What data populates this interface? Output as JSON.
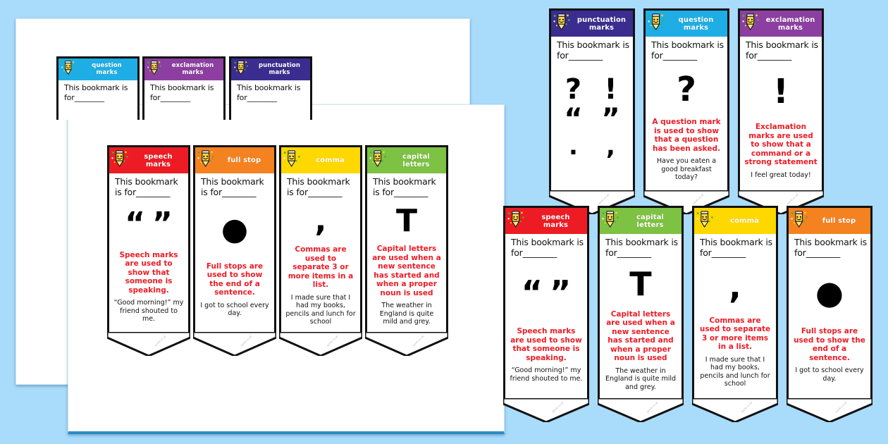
{
  "page": {
    "background_color": "#a9dbfb",
    "sheet_color": "#ffffff",
    "watermark": "twinkl.co.uk",
    "prompt_text": "This bookmark is for________"
  },
  "categories": {
    "speech_marks": {
      "label": "speech\nmarks",
      "color": "#ed1c24"
    },
    "full_stop": {
      "label": "full stop",
      "color": "#f58220"
    },
    "comma": {
      "label": "comma",
      "color": "#ffd800"
    },
    "capital_letters": {
      "label": "capital\nletters",
      "color": "#7dc242"
    },
    "punctuation_marks": {
      "label": "punctuation\nmarks",
      "color": "#3b2d8f"
    },
    "question_marks": {
      "label": "question\nmarks",
      "color": "#1eaee5"
    },
    "exclamation_marks": {
      "label": "exclamation\nmarks",
      "color": "#8c3fa0"
    }
  },
  "bookmarks": {
    "speech_marks": {
      "header_line1": "speech",
      "header_line2": "marks",
      "prompt": "This bookmark is for________",
      "glyphs": [
        "“",
        "”"
      ],
      "rule": "Speech marks are used to show that someone is speaking.",
      "example": "“Good morning!” my friend shouted to me."
    },
    "full_stop": {
      "header_line1": "full stop",
      "header_line2": "",
      "prompt": "This bookmark is for________",
      "glyphs": [
        "●"
      ],
      "rule": "Full stops are used to show the end of a sentence.",
      "example": "I got to school every day."
    },
    "comma": {
      "header_line1": "comma",
      "header_line2": "",
      "prompt": "This bookmark is for________",
      "glyphs": [
        ","
      ],
      "rule": "Commas are used to separate 3 or more items in a list.",
      "example": "I made sure that I had my books, pencils and lunch for school"
    },
    "capital_letters": {
      "header_line1": "capital",
      "header_line2": "letters",
      "prompt": "This bookmark is for________",
      "glyphs": [
        "T"
      ],
      "rule": "Capital letters are used when a new sentence has started and when a proper noun is used",
      "example": "The weather in England is quite mild and grey."
    },
    "punctuation_marks": {
      "header_line1": "punctuation",
      "header_line2": "marks",
      "prompt": "This bookmark is for________",
      "glyphs": [
        "?",
        "!",
        "“",
        "”",
        ".",
        ","
      ],
      "rule": "",
      "example": ""
    },
    "question_marks": {
      "header_line1": "question",
      "header_line2": "marks",
      "prompt": "This bookmark is for________",
      "glyphs": [
        "?"
      ],
      "rule": "A question mark is used to show that a question has been asked.",
      "example": "Have you eaten a good breakfast today?"
    },
    "exclamation_marks": {
      "header_line1": "exclamation",
      "header_line2": "marks",
      "prompt": "This bookmark is for________",
      "glyphs": [
        "!"
      ],
      "rule": "Exclamation marks are used to show that a command or a strong statement",
      "example": "I feel great today!"
    }
  },
  "sheet_back": {
    "order": [
      "question_marks",
      "exclamation_marks",
      "punctuation_marks"
    ]
  },
  "sheet_front": {
    "order": [
      "speech_marks",
      "full_stop",
      "comma",
      "capital_letters"
    ]
  },
  "loose_top_row": {
    "order": [
      "punctuation_marks",
      "question_marks",
      "exclamation_marks"
    ]
  },
  "loose_bottom_row": {
    "order": [
      "speech_marks",
      "capital_letters",
      "comma",
      "full_stop"
    ]
  },
  "icon": {
    "name": "pencil-mascot-icon",
    "body_color": "#ffd94a",
    "face_color": "#ffe98a",
    "eraser_color": "#ffffff",
    "sparkle_colors": [
      "#3cb54a",
      "#ffd800",
      "#ffffff"
    ]
  }
}
